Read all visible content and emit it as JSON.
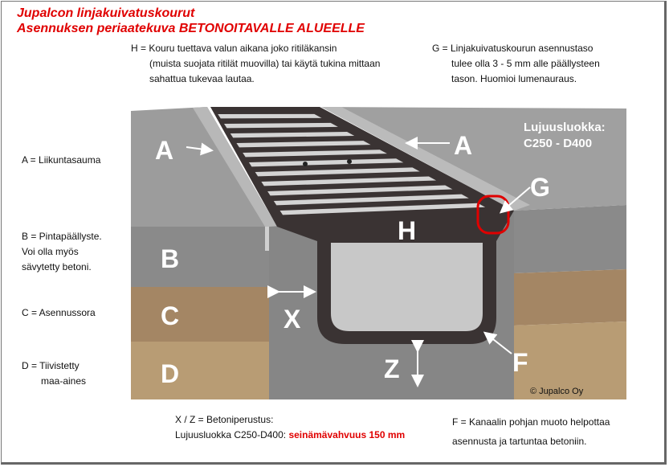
{
  "title": {
    "line1": "Jupalcon linjakuivatuskourut",
    "line2": "Asennuksen periaatekuva BETONOITAVALLE ALUEELLE"
  },
  "notes": {
    "h": [
      "H = Kouru tuettava valun aikana joko ritiläkansin",
      "(muista suojata ritilät muovilla) tai käytä tukina mittaan",
      "sahattua tukevaa lautaa."
    ],
    "g": [
      "G = Linjakuivatuskourun asennustaso",
      "tulee olla 3 - 5 mm alle päällysteen",
      "tason. Huomioi lumenauraus."
    ],
    "a": "A = Liikuntasauma",
    "b": [
      "B = Pintapäällyste.",
      "Voi olla myös",
      "sävytetty betoni."
    ],
    "c": "C = Asennussora",
    "d": [
      "D = Tiivistetty",
      "maa-aines"
    ],
    "xz": {
      "line1": "X / Z = Betoniperustus:",
      "line2": "Lujuusluokka C250-D400:",
      "highlight": "seinämävahvuus 150 mm"
    },
    "f": [
      "F = Kanaalin pohjan muoto helpottaa",
      "asennusta ja tartuntaa betoniin."
    ]
  },
  "diagram": {
    "labels": {
      "a": "A",
      "b": "B",
      "c": "C",
      "d": "D",
      "g": "G",
      "h": "H",
      "x": "X",
      "z": "Z",
      "f": "F"
    },
    "strength_class": [
      "Lujuusluokka:",
      "C250 - D400"
    ],
    "copyright": "© Jupalco Oy"
  },
  "colors": {
    "title": "#e00000",
    "surface": "#9c9c9c",
    "asphalt": "#8a8a8a",
    "gravel": "#a48664",
    "soil": "#b89c74",
    "concrete": "#868686",
    "channel": "#3a3333",
    "highlight_circle": "#e00000"
  }
}
